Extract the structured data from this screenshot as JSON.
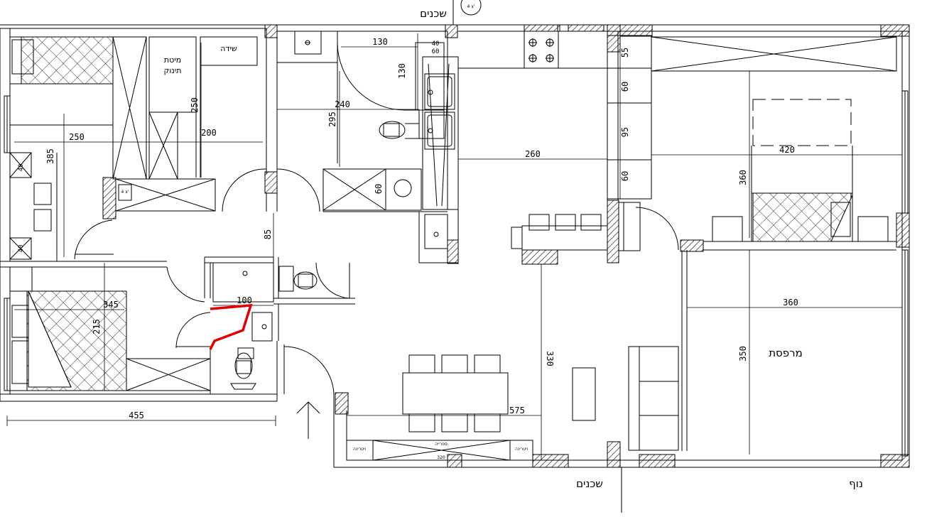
{
  "labels": {
    "neighbors_top": "שכנים",
    "neighbors_bottom": "שכנים",
    "view": "נוף",
    "balcony": "מרפסת",
    "dresser": "שידה",
    "changing_table_line1": "מיטת",
    "changing_table_line2": "תינוק",
    "vitrine_left": "ויטרינה",
    "vitrine_right": "ויטרינה",
    "library": "ספרייה",
    "north_badge_line1": "4 צ'",
    "room_tag": "4 צ'"
  },
  "dimensions": {
    "d130_top": "130",
    "d130_side": "130",
    "d40": "40",
    "d60_small": "60",
    "d55": "55",
    "d60_a": "60",
    "d95": "95",
    "d60_b": "60",
    "d240": "240",
    "d295": "295",
    "d260": "260",
    "d250_room": "250",
    "d385": "385",
    "d250_side": "250",
    "d200": "200",
    "d60_shower": "60",
    "d85": "85",
    "d100": "100",
    "d345": "345",
    "d215": "215",
    "d455": "455",
    "d330": "330",
    "d575": "575",
    "d420": "420",
    "d360_bed": "360",
    "d360_balcony": "360",
    "d350": "350",
    "d320": "320",
    "d40_a": "40",
    "d40_b": "40"
  },
  "colors": {
    "line": "#000000",
    "highlight": "#e00000",
    "wall_fill": "#ffffff"
  }
}
